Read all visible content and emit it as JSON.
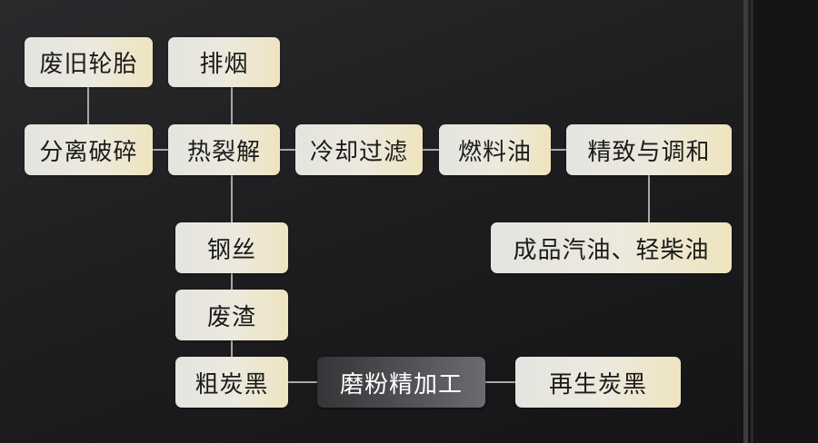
{
  "diagram": {
    "nodes": {
      "waste_tire": "废旧轮胎",
      "exhaust": "排烟",
      "separate_crush": "分离破碎",
      "pyrolysis": "热裂解",
      "cool_filter": "冷却过滤",
      "fuel_oil": "燃料油",
      "refine_blend": "精致与调和",
      "final_products": "成品汽油、轻柴油",
      "steel_wire": "钢丝",
      "waste_residue": "废渣",
      "crude_carbon_black": "粗炭黑",
      "grinding_refining": "磨粉精加工",
      "recycled_carbon_black": "再生炭黑"
    }
  }
}
